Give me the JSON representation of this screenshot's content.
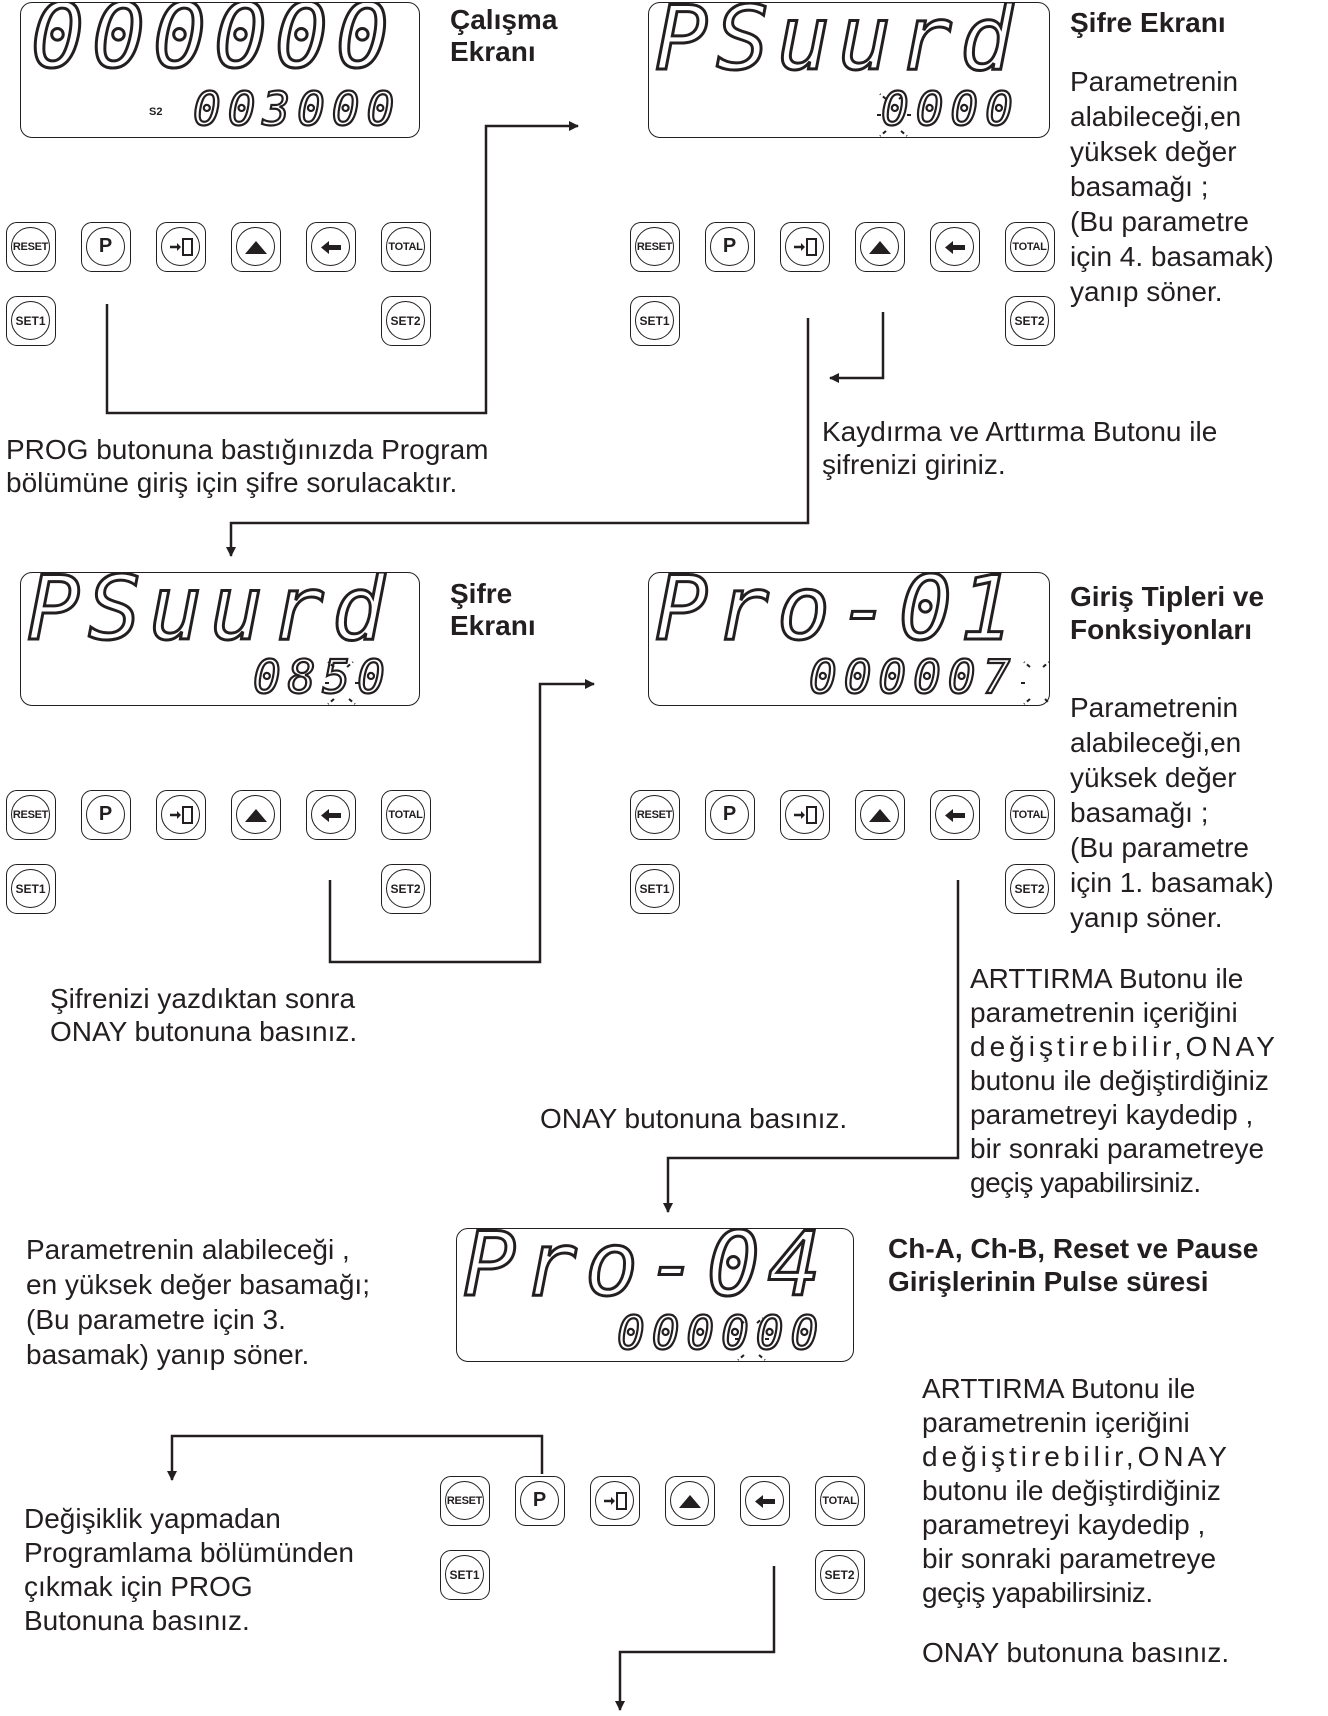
{
  "screens": {
    "s1": {
      "title_l1": "Çalışma",
      "title_l2": "Ekranı",
      "main": "000000",
      "sub": "003000",
      "indicator": "S2"
    },
    "s2": {
      "title": "Şifre Ekranı",
      "main": "PSuurd",
      "sub": "0000",
      "blink_digit": 1
    },
    "s3": {
      "title_l1": "Şifre",
      "title_l2": "Ekranı",
      "main": "PSuurd",
      "sub": "0850",
      "blink_digit": 3
    },
    "s4": {
      "title_l1": "Giriş Tipleri ve",
      "title_l2": "Fonksiyonları",
      "main": "Pro-01",
      "sub": "000007",
      "blink_digit": 6
    },
    "s5": {
      "title_l1": "Ch-A, Ch-B, Reset ve Pause",
      "title_l2": "Girişlerinin Pulse süresi",
      "main": "Pro-04",
      "sub": "000000",
      "blink_digit": 4
    }
  },
  "buttons": {
    "reset": "RESET",
    "prog": "P",
    "total": "TOTAL",
    "set1": "SET1",
    "set2": "SET2",
    "shift_icon": "shift-icon",
    "up_icon": "up-arrow-icon",
    "enter_icon": "enter-icon"
  },
  "notes": {
    "n1_l1": "PROG butonuna bastığınızda  Program",
    "n1_l2": "bölümüne giriş için şifre sorulacaktır.",
    "n2_l1": "Kaydırma ve Arttırma Butonu ile",
    "n2_l2": "şifrenizi giriniz.",
    "p2": [
      "Parametrenin",
      "alabileceği,en",
      "yüksek değer",
      "basamağı ;",
      "(Bu parametre",
      "için 4. basamak)",
      "yanıp söner."
    ],
    "n3_l1": "Şifrenizi yazdıktan sonra",
    "n3_l2": "ONAY butonuna basınız.",
    "p4": [
      "Parametrenin",
      "alabileceği,en",
      "yüksek değer",
      "basamağı ;",
      "(Bu parametre",
      "için 1. basamak)",
      "yanıp söner."
    ],
    "art1": [
      "ARTTIRMA Butonu  ile",
      "parametrenin  içeriğini",
      "değiştirebilir,ONAY",
      "butonu ile değiştirdiğiniz",
      "parametreyi kaydedip  ,",
      "bir sonraki parametreye",
      "geçiş yapabilirsiniz."
    ],
    "onay1": "ONAY butonuna basınız.",
    "p5": [
      "Parametrenin alabileceği ,",
      "en yüksek değer basamağı;",
      "(Bu parametre için 3.",
      "basamak) yanıp söner."
    ],
    "exit": [
      "Değişiklik yapmadan",
      "Programlama bölümünden",
      "çıkmak için PROG",
      "Butonuna basınız."
    ],
    "art2": [
      "ARTTIRMA Butonu  ile",
      "parametrenin  içeriğini",
      "değiştirebilir,ONAY",
      "butonu ile değiştirdiğiniz",
      "parametreyi kaydedip  ,",
      "bir sonraki parametreye",
      "geçiş yapabilirsiniz."
    ],
    "onay2": "ONAY butonuna basınız."
  }
}
